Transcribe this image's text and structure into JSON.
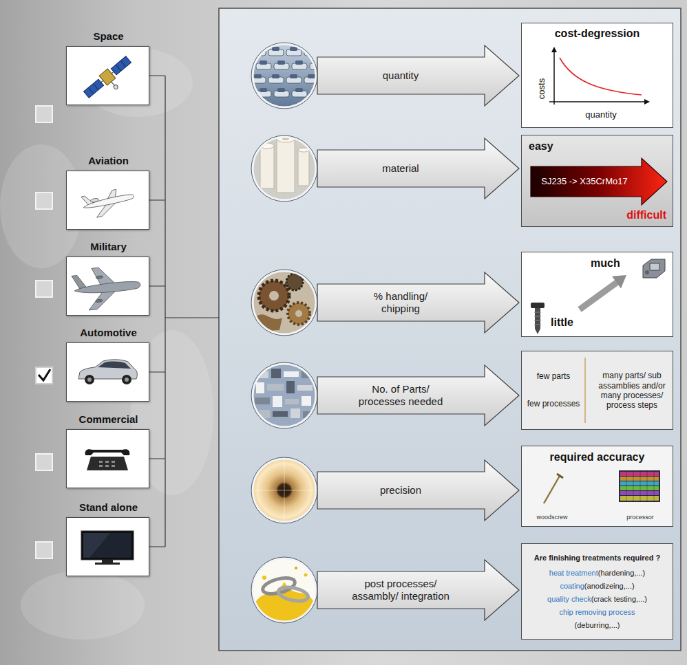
{
  "diagram": {
    "nodes": [
      {
        "text": [
          "Space"
        ]
      },
      {
        "text": [
          "Aviation"
        ]
      },
      {
        "text": [
          "Military"
        ]
      },
      {
        "text": [
          "Automotive"
        ]
      },
      {
        "text": [
          "Commercial"
        ]
      },
      {
        "text": [
          "Stand alone"
        ]
      },
      {
        "text": [
          "quantity"
        ]
      },
      {
        "text": [
          "cost-degression",
          "costs",
          "quantity"
        ]
      },
      {
        "text": [
          "material"
        ]
      },
      {
        "text": [
          "easy",
          "difficult"
        ]
      },
      {
        "text": [
          "SJ235 -> X35CrMo17"
        ],
        "in": 9
      },
      {
        "text": [
          "% handling/ chipping"
        ]
      },
      {
        "text": [
          "much",
          "little"
        ]
      },
      {
        "text": [
          "No. of Parts/ processes needed"
        ]
      },
      {
        "text": [
          "few parts",
          "few processes",
          "many parts/ sub assamblies and/or many processes/ process steps"
        ]
      },
      {
        "text": [
          "precision"
        ]
      },
      {
        "text": [
          "required accuracy",
          "woodscrew",
          "processor"
        ]
      },
      {
        "text": [
          "post processes/ assambly/ integration"
        ]
      },
      {
        "text": [
          "Are finishing treatments required ?",
          "heat treatment",
          "(hardening,...)",
          "coating",
          "(anodizeing,...)",
          "quality check",
          "(crack testing,...)",
          "chip removing process",
          "(deburring,...)"
        ]
      }
    ]
  }
}
